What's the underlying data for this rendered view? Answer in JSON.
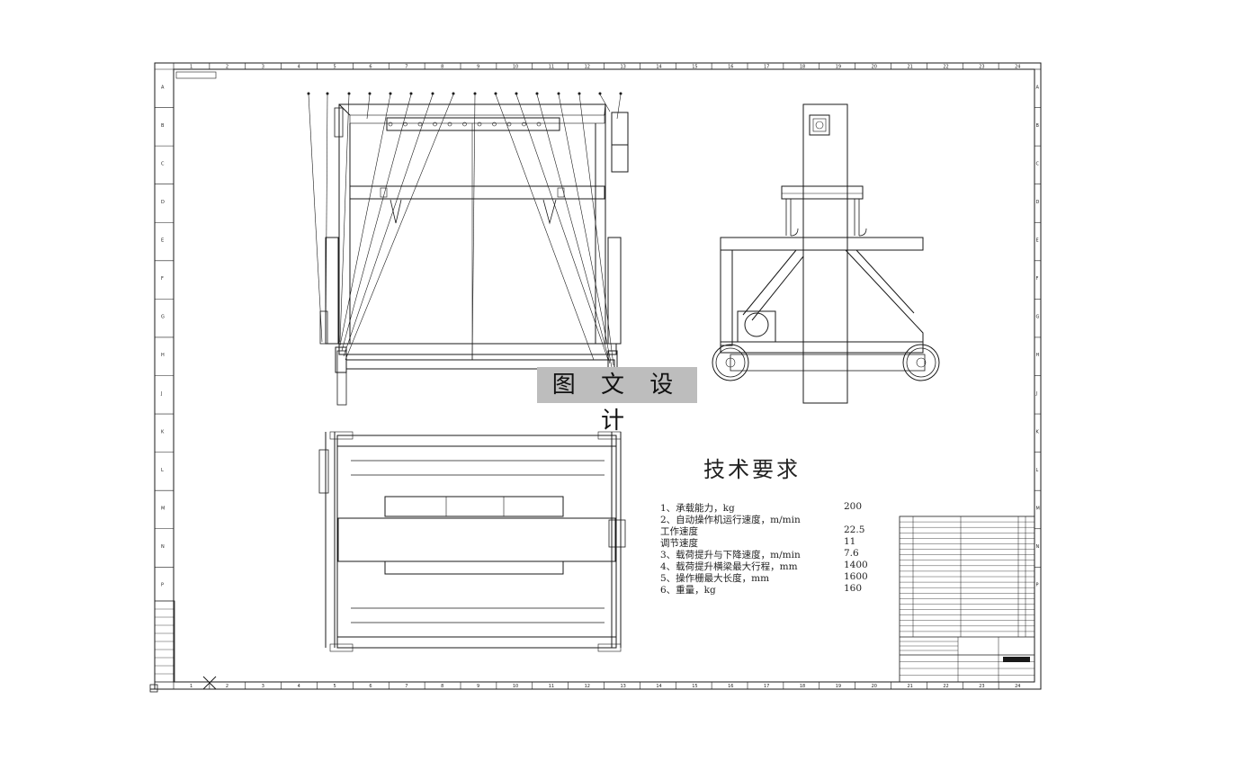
{
  "watermark": "图 文 设 计",
  "technical_requirements": {
    "title": "技术要求",
    "items": [
      {
        "text": "1、承载能力，kg",
        "value": "200"
      },
      {
        "text": "2、自动操作机运行速度，m/min",
        "value": ""
      },
      {
        "text": "   工作速度",
        "value": "22.5"
      },
      {
        "text": "   调节速度",
        "value": "11"
      },
      {
        "text": "3、载荷提升与下降速度，m/min",
        "value": "7.6"
      },
      {
        "text": "4、载荷提升横梁最大行程，mm",
        "value": "1400"
      },
      {
        "text": "5、操作栅最大长度，mm",
        "value": "1600"
      },
      {
        "text": "6、重量，kg",
        "value": "160"
      }
    ]
  },
  "border": {
    "top_numbers": [
      "1",
      "2",
      "3",
      "4",
      "5",
      "6",
      "7",
      "8",
      "9",
      "10",
      "11",
      "12",
      "13",
      "14",
      "15",
      "16",
      "17",
      "18",
      "19",
      "20",
      "21",
      "22",
      "23",
      "24"
    ],
    "side_letters": [
      "A",
      "B",
      "C",
      "D",
      "E",
      "F",
      "G",
      "H",
      "J",
      "K",
      "L",
      "M",
      "N",
      "P"
    ]
  },
  "colors": {
    "line": "#1a1a1a",
    "watermark_bg": "#bdbdbd",
    "paper": "#ffffff"
  }
}
